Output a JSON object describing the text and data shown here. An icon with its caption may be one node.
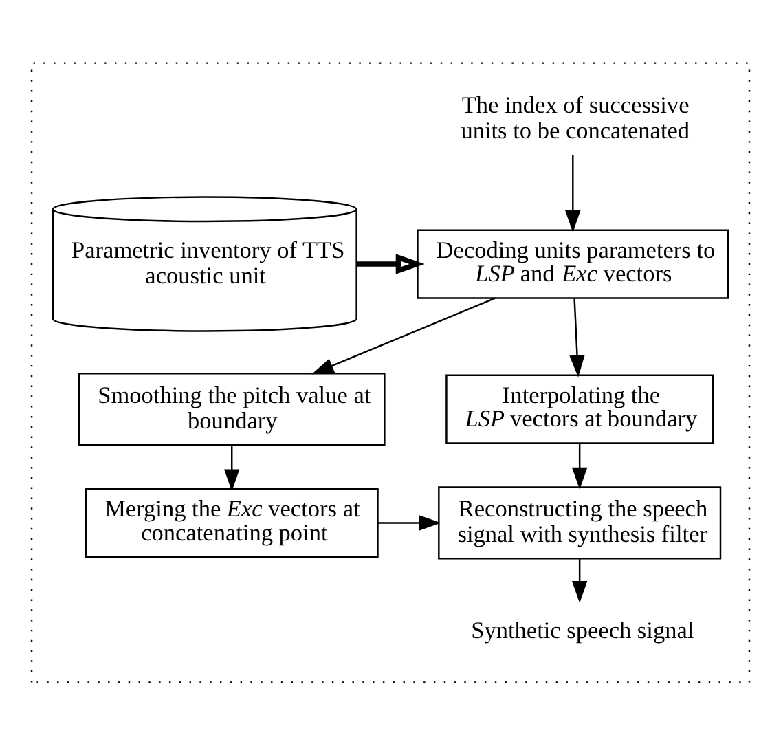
{
  "diagram": {
    "nodes": [
      {
        "text": [],
        "shape": "box"
      },
      {
        "text": [
          "The index of successive units to be concatenated"
        ],
        "in": 0
      },
      {
        "text": [
          "Decoding units parameters to *LSP* and *Exc* vectors"
        ],
        "in": 0
      },
      {
        "text": [
          "Parametric inventory of TTS acoustic unit"
        ],
        "in": 0
      },
      {
        "text": [
          "Smoothing the pitch value at boundary"
        ],
        "in": 0
      },
      {
        "text": [
          "Interpolating the *LSP* vectors at boundary"
        ],
        "in": 0
      },
      {
        "text": [
          "Merging the *Exc* vectors at concatenating point"
        ],
        "in": 0
      },
      {
        "text": [
          "Reconstructing the speech signal with synthesis filter"
        ],
        "in": 0
      },
      {
        "text": [
          "Synthetic speech signal"
        ],
        "in": 0
      }
    ],
    "edges": [
      {
        "from": 1,
        "to": 2,
        "arrow": "to"
      },
      {
        "from": 3,
        "to": 2,
        "arrow": "to",
        "style": "thick"
      },
      {
        "from": 2,
        "to": 4,
        "arrow": "to"
      },
      {
        "from": 2,
        "to": 5,
        "arrow": "to"
      },
      {
        "from": 4,
        "to": 6,
        "arrow": "to"
      },
      {
        "from": 5,
        "to": 7,
        "arrow": "to"
      },
      {
        "from": 6,
        "to": 7,
        "arrow": "to"
      },
      {
        "from": 7,
        "to": 8,
        "arrow": "to"
      }
    ]
  }
}
